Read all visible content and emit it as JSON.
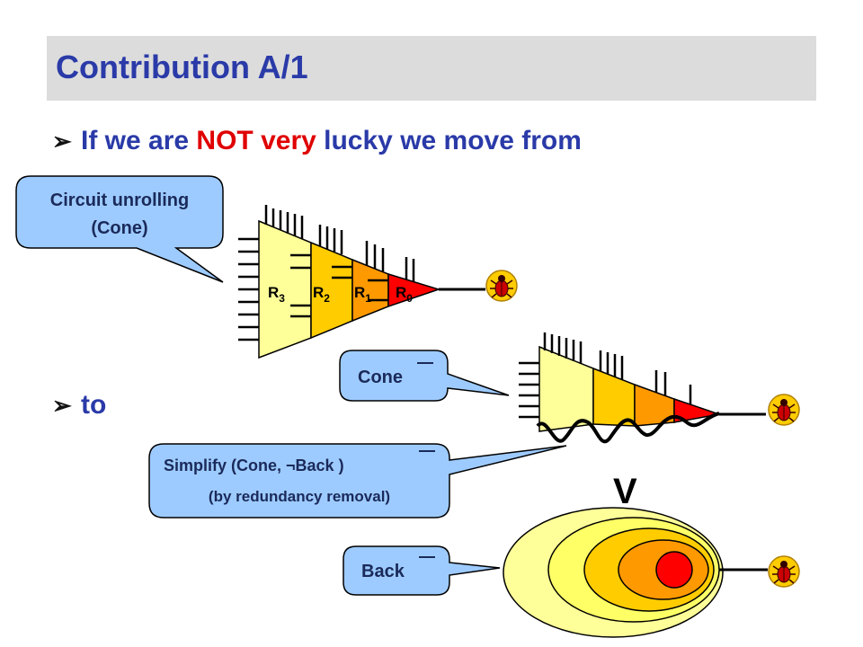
{
  "slide": {
    "title": "Contribution A/1",
    "bullet1": {
      "arrow": "➢",
      "before": "If we are ",
      "emph1": "NOT",
      "space": " ",
      "emph2": "very",
      "after": " lucky we move from"
    },
    "bullet2": {
      "arrow": "➢",
      "text": "to"
    }
  },
  "callouts": {
    "unrolling": {
      "line1": "Circuit unrolling",
      "line2": "(Cone)"
    },
    "cone": {
      "label": "Cone"
    },
    "simplify": {
      "line1_pre": "Simplify (Cone, ",
      "neg": "¬",
      "line1_mid": "Back",
      "line1_post": " )",
      "line2": "(by redundancy removal)"
    },
    "back": {
      "label": "Back"
    }
  },
  "registers": {
    "r3": {
      "base": "R",
      "sub": "3"
    },
    "r2": {
      "base": "R",
      "sub": "2"
    },
    "r1": {
      "base": "R",
      "sub": "1"
    },
    "r0": {
      "base": "R",
      "sub": "0"
    }
  },
  "operator": "V",
  "colors": {
    "title": "#2a3aa8",
    "emphasis": "#e00000",
    "callout_fill": "#9ecbff",
    "region_light": "#ffff99",
    "region_yellow": "#ffcc00",
    "region_orange": "#ff9900",
    "region_red": "#ff0000",
    "bug_fill": "#ffcc00",
    "bug_body": "#cc0000"
  },
  "icons": [
    "bug-icon",
    "bullet-arrow-icon",
    "wavy-cut-line"
  ]
}
